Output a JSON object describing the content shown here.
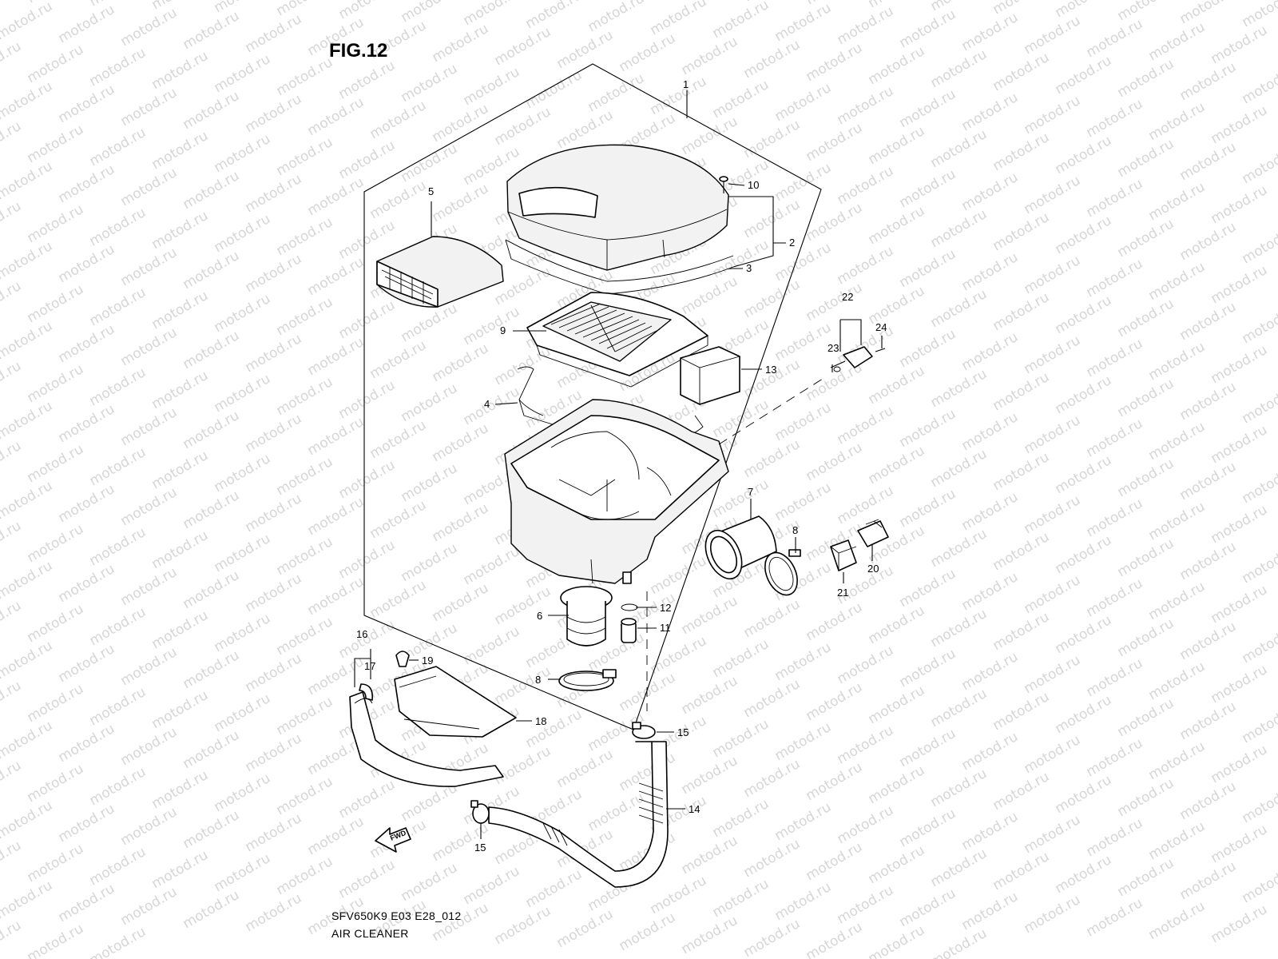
{
  "figure": {
    "title": "FIG.12",
    "code": "SFV650K9 E03 E28_012",
    "name": "AIR CLEANER"
  },
  "watermark": "motod.ru",
  "fwd_label": "FWD",
  "callouts": [
    "1",
    "2",
    "3",
    "4",
    "5",
    "6",
    "7",
    "8",
    "8",
    "9",
    "10",
    "11",
    "12",
    "13",
    "14",
    "15",
    "15",
    "16",
    "17",
    "18",
    "19",
    "20",
    "21",
    "22",
    "23",
    "24"
  ]
}
